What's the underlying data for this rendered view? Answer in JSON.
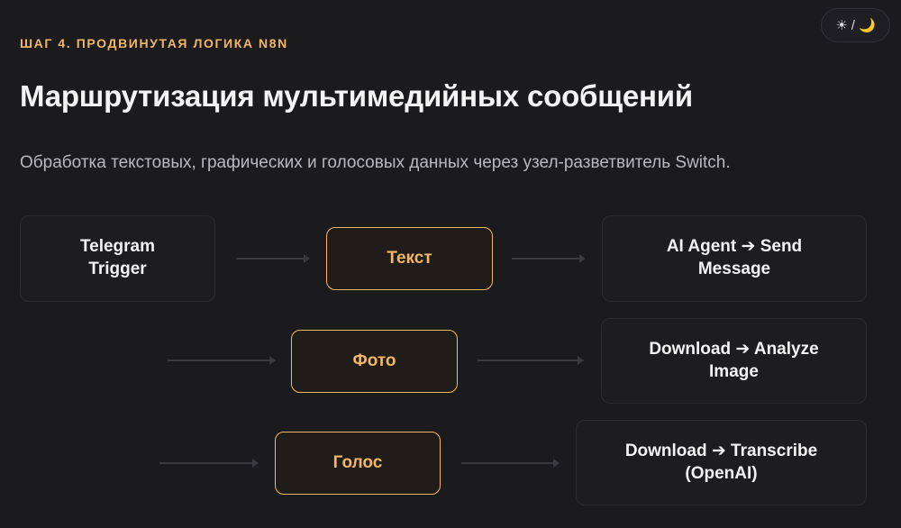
{
  "header": {
    "eyebrow": "ШАГ 4. ПРОДВИНУТАЯ ЛОГИКА N8N",
    "title": "Маршрутизация мультимедийных сообщений",
    "subtitle": "Обработка текстовых, графических и голосовых данных через узел-разветвитель Switch."
  },
  "theme_toggle": {
    "sun": "☀",
    "separator": "/",
    "moon": "🌙"
  },
  "diagram": {
    "trigger": {
      "line1": "Telegram",
      "line2": "Trigger"
    },
    "branches": [
      {
        "label": "Текст",
        "action_line1": "AI Agent ➔ Send",
        "action_line2": "Message"
      },
      {
        "label": "Фото",
        "action_line1": "Download ➔ Analyze",
        "action_line2": "Image"
      },
      {
        "label": "Голос",
        "action_line1": "Download ➔ Transcribe",
        "action_line2": "(OpenAI)"
      }
    ]
  },
  "colors": {
    "background": "#1b1a1d",
    "accent": "#f2b766",
    "text": "#f3f3f3",
    "muted": "#b9b8bd"
  }
}
